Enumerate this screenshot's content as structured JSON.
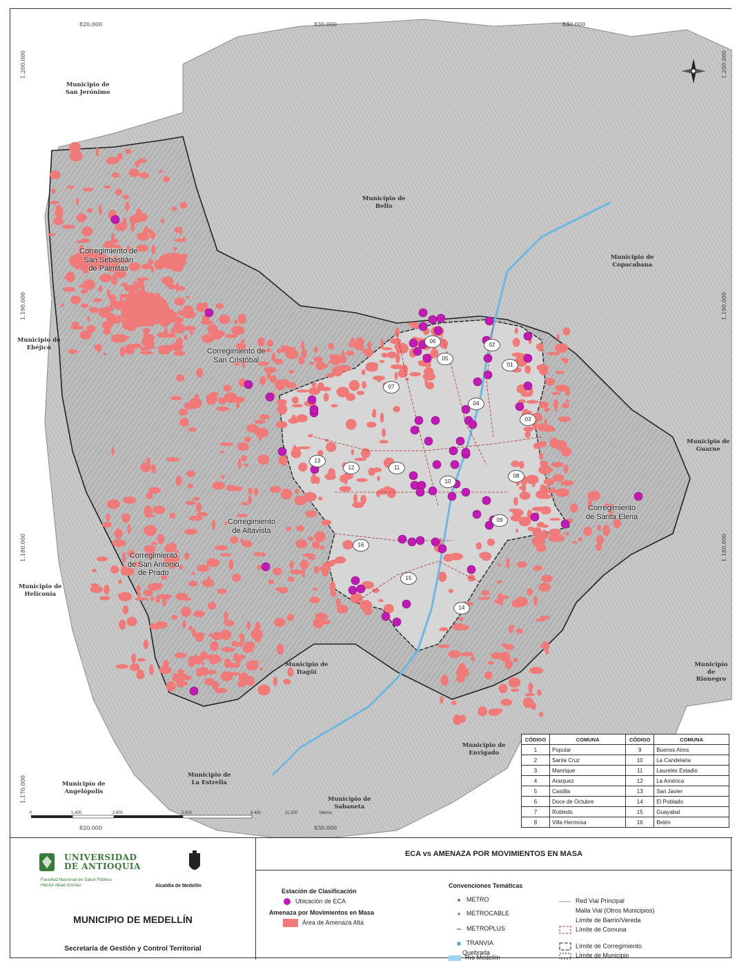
{
  "coords": {
    "top": [
      "820.000",
      "830.000",
      "840.000"
    ],
    "bottom": [
      "820.000",
      "830.000"
    ],
    "left": [
      "1.200.000",
      "1.190.000",
      "1.180.000",
      "1.170.000"
    ],
    "right": [
      "1.200.000",
      "1.190.000",
      "1.180.000"
    ]
  },
  "scale_ticks": [
    "0",
    "1.400",
    "2.800",
    "5.600",
    "8.400",
    "11.200",
    "Metros"
  ],
  "municipios": [
    {
      "text": "Municipio de\nSan Jerónimo"
    },
    {
      "text": "Municipio de\nEbéjico"
    },
    {
      "text": "Municipio de\nHeliconia"
    },
    {
      "text": "Municipio de\nAngelópolis"
    },
    {
      "text": "Municipio de\nBello"
    },
    {
      "text": "Municipio de\nCopacabana"
    },
    {
      "text": "Municipio de\nGuarne"
    },
    {
      "text": "Municipio de\nRionegro"
    },
    {
      "text": "Municipio de\nItagüí"
    },
    {
      "text": "Municipio de\nEnvigado"
    },
    {
      "text": "Municipio de\nLa Estrella"
    },
    {
      "text": "Municipio de\nSabaneta"
    }
  ],
  "corregimientos": [
    {
      "text": "Corregimiento de\nSan Sebastián\nde Palmitas"
    },
    {
      "text": "Corregimiento de\nSan Cristóbal"
    },
    {
      "text": "Corregimiento\nde Altavista"
    },
    {
      "text": "Corregimiento\nde San Antonio\nde Prado"
    },
    {
      "text": "Corregimiento\nde Santa Elena"
    }
  ],
  "comuna_numbers": [
    "01",
    "02",
    "03",
    "04",
    "05",
    "06",
    "07",
    "08",
    "09",
    "10",
    "11",
    "12",
    "13",
    "14",
    "15",
    "16"
  ],
  "code_table": {
    "headers": [
      "CÓDIGO",
      "COMUNA",
      "CÓDIGO",
      "COMUNA"
    ],
    "rows": [
      [
        "1",
        "Popular",
        "9",
        "Buenos Aires"
      ],
      [
        "2",
        "Santa Cruz",
        "10",
        "La Candelaria"
      ],
      [
        "3",
        "Manrique",
        "11",
        "Laureles Estadio"
      ],
      [
        "4",
        "Aranjuez",
        "12",
        "La América"
      ],
      [
        "5",
        "Castilla",
        "13",
        "San Javier"
      ],
      [
        "6",
        "Doce de Octubre",
        "14",
        "El Poblado"
      ],
      [
        "7",
        "Robledo",
        "15",
        "Guayabal"
      ],
      [
        "8",
        "Villa Hermosa",
        "16",
        "Belén"
      ]
    ]
  },
  "footer": {
    "university_name": "UNIVERSIDAD\nDE ANTIOQUIA",
    "faculty": "Facultad Nacional de Salud Pública\nHéctor Abad Gómez",
    "alcaldia": "Alcaldía de Medellín",
    "municipio": "MUNICIPIO DE MEDELLÍN",
    "secretaria": "Secretaría de Gestión y Control Territorial",
    "map_title": "ECA vs AMENAZA POR MOVIMIENTOS EN MASA"
  },
  "legend": {
    "section_eca": "Estación de Clasificación",
    "eca_item": "Ubicación de ECA",
    "section_amenaza": "Amenaza por Movimientos en Masa",
    "amenaza_item": "Área de Amenaza Alta",
    "section_conv": "Convenciones Temáticas",
    "metro": "METRO",
    "metrocable": "METROCABLE",
    "metroplus": "METROPLUS",
    "tranvia": "TRANVIA",
    "quebrada": "Quebrada",
    "rio": "Río Medellín",
    "red_vial": "Red Vial Principal",
    "malla_vial": "Malla Vial (Otros Municipios)",
    "limite_barrio": "Límite de Barrio/Vereda",
    "limite_comuna": "Límite de Comuna",
    "limite_corregimiento": "Límite de Corregimiento",
    "limite_municipio": "Límite de Municipio"
  },
  "colors": {
    "amenaza": "#f07a7a",
    "eca": "#c21bb5",
    "relief": "#b9b9b9",
    "urban": "#d4d4d4",
    "river": "#6fb6e0"
  }
}
